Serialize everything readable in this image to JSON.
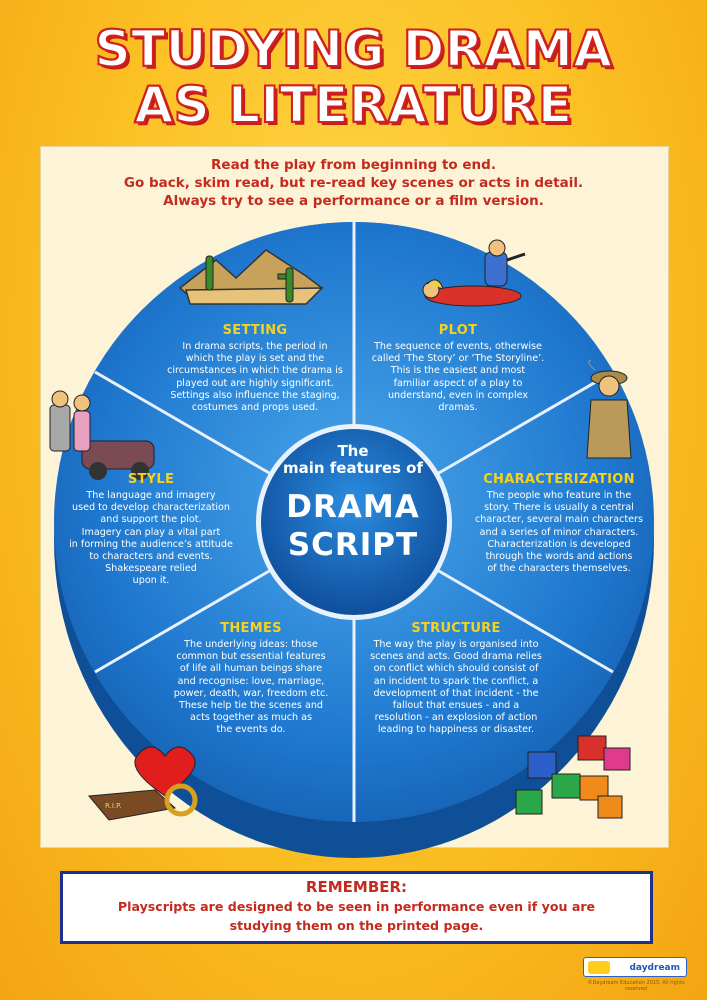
{
  "title": {
    "line1": "STUDYING DRAMA",
    "line2": "AS LITERATURE"
  },
  "intro": [
    "Read the play from beginning to end.",
    "Go back, skim read, but re-read key scenes or acts in detail.",
    "Always try to see a performance or a film version."
  ],
  "center": {
    "small1": "The",
    "small2": "main features of",
    "big1": "DRAMA",
    "big2": "SCRIPT"
  },
  "sections": {
    "setting": {
      "title": "SETTING",
      "lines": [
        "In drama scripts, the period in",
        "which the play is set and the",
        "circumstances in which the drama is",
        "played out are highly significant.",
        "Settings also influence the staging,",
        "costumes and props used."
      ]
    },
    "plot": {
      "title": "PLOT",
      "lines": [
        "The sequence of events, otherwise",
        "called ‘The Story’ or ‘The Storyline’.",
        "This is the easiest and most",
        "familiar aspect of a play to",
        "understand, even in complex",
        "dramas."
      ]
    },
    "style": {
      "title": "STYLE",
      "lines": [
        "The language and imagery",
        "used to develop characterization",
        "and support the plot.",
        "Imagery can play a vital part",
        "in forming the audience’s attitude",
        "to characters and events.",
        "Shakespeare relied",
        "upon it."
      ]
    },
    "characterization": {
      "title": "CHARACTERIZATION",
      "lines": [
        "The people who feature in the",
        "story. There is usually a central",
        "character, several main characters",
        "and a series of minor characters.",
        "Characterization is developed",
        "through the words and actions",
        "of the characters themselves."
      ]
    },
    "themes": {
      "title": "THEMES",
      "lines": [
        "The underlying ideas: those",
        "common but essential features",
        "of life all human beings share",
        "and recognise: love, marriage,",
        "power, death, war, freedom etc.",
        "These help tie the scenes and",
        "acts together as much as",
        "the events do."
      ]
    },
    "structure": {
      "title": "STRUCTURE",
      "lines": [
        "The way the play is organised into",
        "scenes and acts. Good drama relies",
        "on conflict which should consist of",
        "an incident to spark the conflict, a",
        "development of that incident - the",
        "fallout that ensues - and a",
        "resolution - an explosion of action",
        "leading to happiness or disaster."
      ]
    }
  },
  "remember": {
    "title": "REMEMBER:",
    "line1": "Playscripts are designed to be seen in performance even if you are",
    "line2": "studying them on the printed page."
  },
  "logo": {
    "text": "daydream"
  },
  "copyright": "©Daydream Education 2015. All rights reserved",
  "coffin_label": "R.I.P.",
  "colors": {
    "wheel_blue": "#1f78cf",
    "title_red": "#d12020",
    "heading_yellow": "#f6d21b",
    "intro_red": "#c42a1e"
  }
}
